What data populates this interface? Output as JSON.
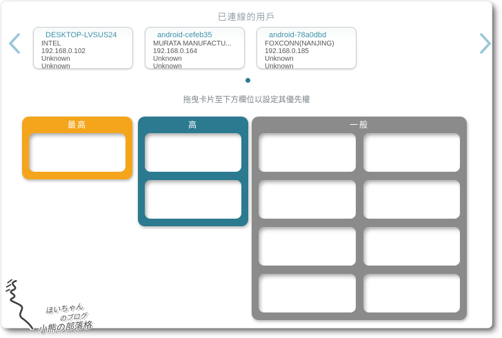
{
  "window": {
    "title": "已連線的用戶"
  },
  "carousel": {
    "cards": [
      {
        "name": "DESKTOP-LVSUS24",
        "details": [
          "INTEL",
          "192.168.0.102",
          "Unknown",
          "Unknown"
        ]
      },
      {
        "name": "android-cefeb35",
        "details": [
          "MURATA MANUFACTU...",
          "192.168.0.164",
          "Unknown",
          "Unknown"
        ]
      },
      {
        "name": "android-78a0dbd",
        "details": [
          "FOXCONN(NANJING)",
          "192.168.0.185",
          "Unknown",
          "Unknown"
        ]
      }
    ],
    "pagination": {
      "dot_count": 1,
      "active_dot": 1
    }
  },
  "instruction": "拖曳卡片至下方欄位以設定其優先權",
  "priority": {
    "columns": [
      {
        "label": "最高",
        "color": "#f4a51c",
        "slot_count": 1
      },
      {
        "label": "高",
        "color": "#2b7a90",
        "slot_count": 2
      },
      {
        "label": "一般",
        "color": "#8b8b8b",
        "slot_count": 8
      }
    ]
  },
  "watermark": {
    "line1": "ほいちゃん",
    "line2": "のブログ",
    "line3": "小熊の部落格"
  },
  "colors": {
    "card_title": "#4093aa",
    "page_title": "#97a0a6",
    "arrow": "#9cc8d8",
    "pagination_dot": "#2b7a90",
    "slot_bg": "#ffffff"
  }
}
